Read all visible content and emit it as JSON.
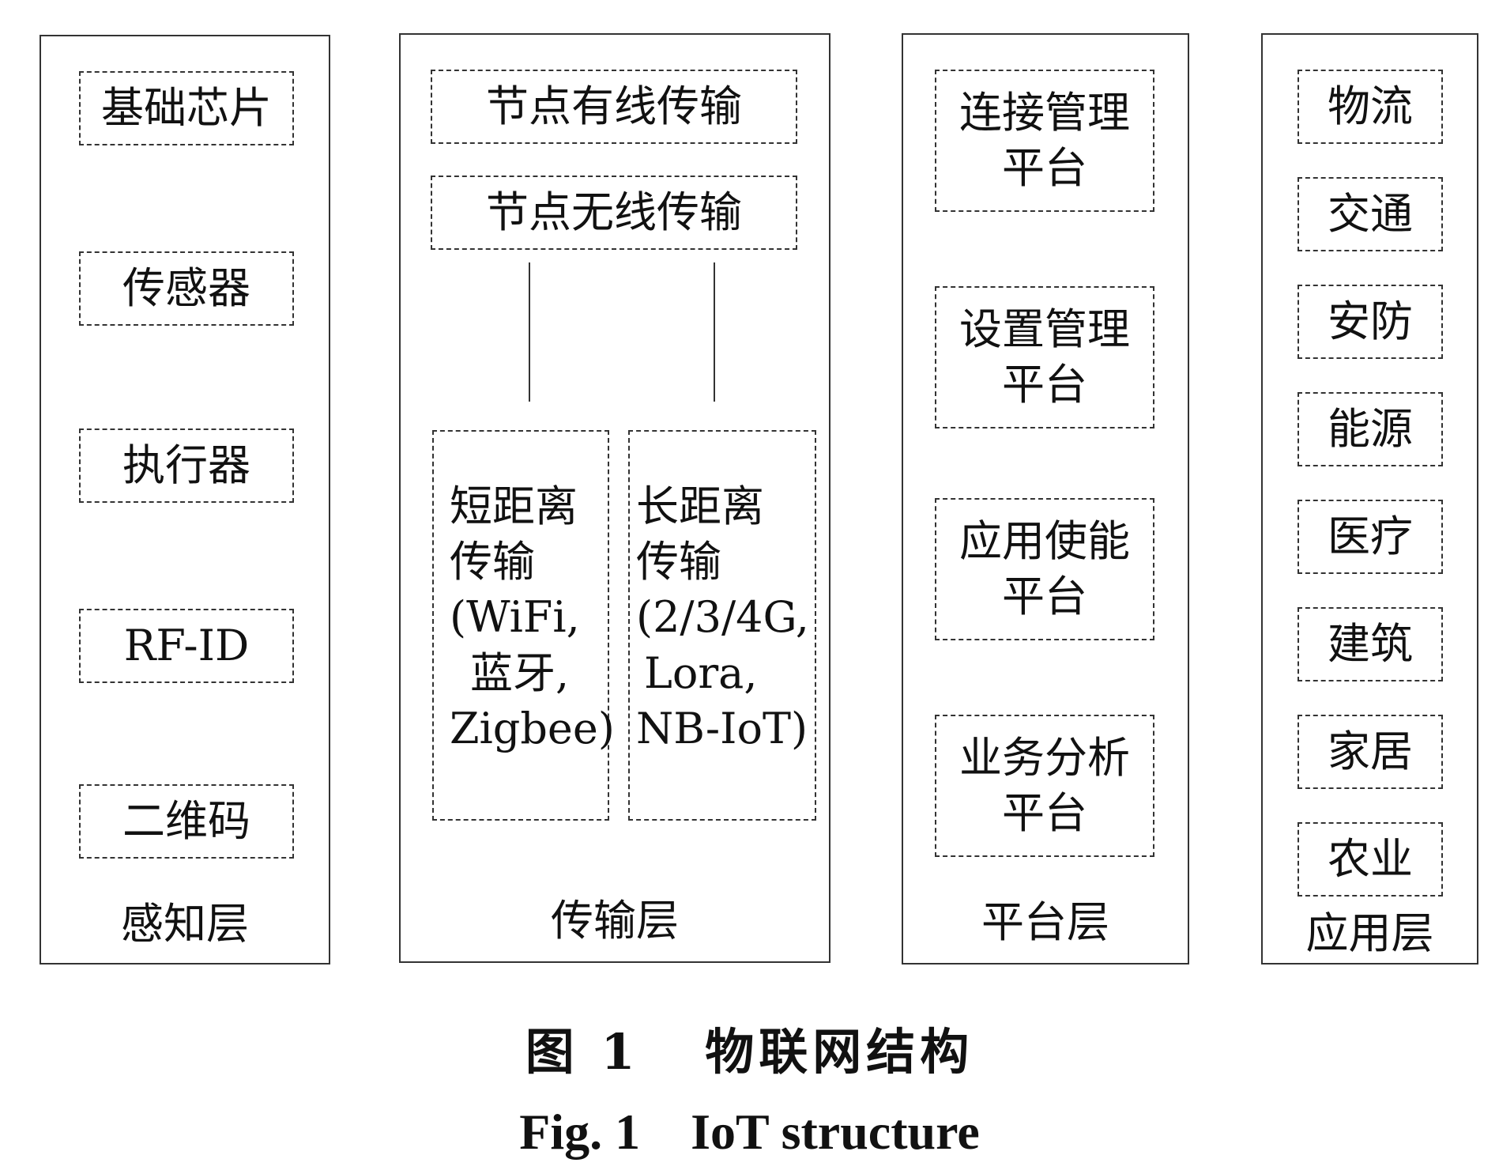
{
  "layers": {
    "perception": {
      "title": "感知层",
      "items": [
        "基础芯片",
        "传感器",
        "执行器",
        "RF-ID",
        "二维码"
      ]
    },
    "transport": {
      "title": "传输层",
      "wired": "节点有线传输",
      "wireless": "节点无线传输",
      "short_range": [
        "短距离",
        "传输",
        "(WiFi,",
        "蓝牙,",
        "Zigbee)"
      ],
      "long_range": [
        "长距离",
        "传输",
        "(2/3/4G,",
        "Lora,",
        "NB-IoT)"
      ]
    },
    "platform": {
      "title": "平台层",
      "items": [
        [
          "连接管理",
          "平台"
        ],
        [
          "设置管理",
          "平台"
        ],
        [
          "应用使能",
          "平台"
        ],
        [
          "业务分析",
          "平台"
        ]
      ]
    },
    "application": {
      "title": "应用层",
      "items": [
        "物流",
        "交通",
        "安防",
        "能源",
        "医疗",
        "建筑",
        "家居",
        "农业"
      ]
    }
  },
  "caption": {
    "zh": "图 1   物联网结构",
    "en": "Fig. 1    IoT structure"
  }
}
